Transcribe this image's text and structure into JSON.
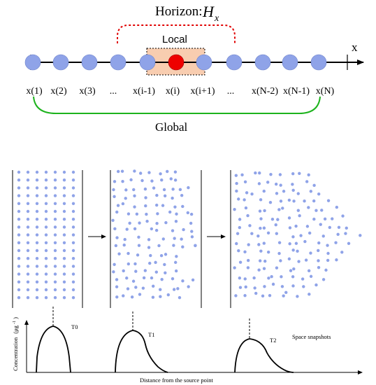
{
  "top_diagram": {
    "horizon_label": "Horizon:",
    "horizon_symbol": "H",
    "horizon_subscript": "x",
    "local_label": "Local",
    "axis_label": "x",
    "global_label": "Global",
    "node_labels": [
      "x(1)",
      "x(2)",
      "x(3)",
      "...",
      "x(i-1)",
      "x(i)",
      "x(i+1)",
      "...",
      "x(N-2)",
      "x(N-1)",
      "x(N)"
    ],
    "colors": {
      "node": "#8fa3e8",
      "focus_node": "#ee0000",
      "local_box": "#f8cdb0",
      "horizon_arc": "#e00000",
      "global_arc": "#1db31d"
    }
  },
  "panels": {
    "arrows": [
      "right-arrow",
      "right-arrow"
    ],
    "particle_color": "#8fa3e8"
  },
  "bottom_plot": {
    "ylabel": "Concentration",
    "ylabel_unit": "(μg",
    "ylabel_exp": "-1",
    "ylabel_close": ")",
    "xlabel": "Distance from the source point",
    "annotation": "Space snapshots",
    "curve_labels": [
      "T0",
      "T1",
      "T2"
    ]
  }
}
